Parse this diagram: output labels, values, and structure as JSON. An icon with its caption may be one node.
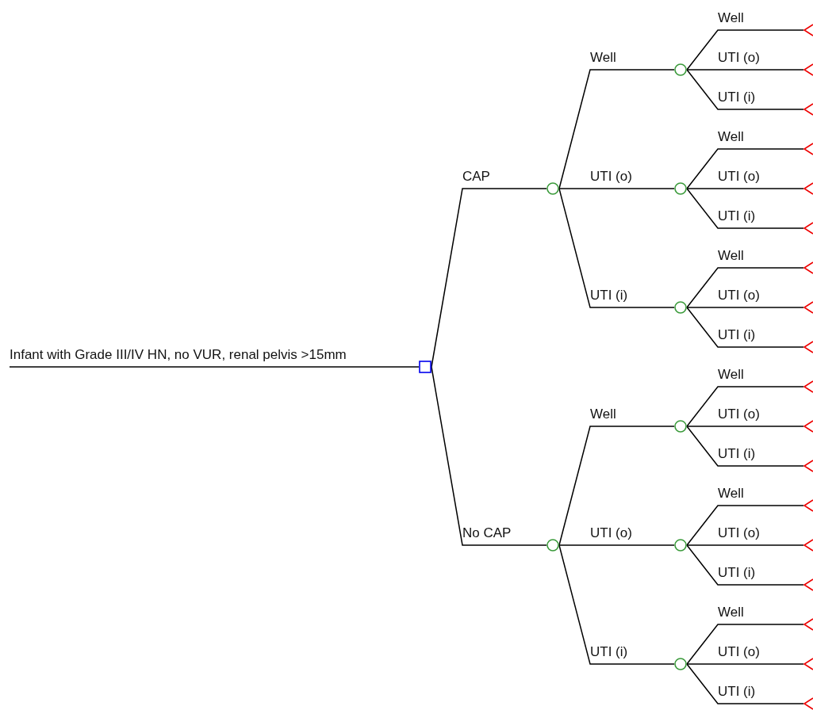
{
  "diagram": {
    "nodes": [
      {
        "text": [],
        "shape": "box"
      },
      {
        "text": [],
        "shape": "circle"
      },
      {
        "text": [],
        "shape": "circle"
      },
      {
        "text": [],
        "shape": "triangle"
      },
      {
        "text": [],
        "shape": "triangle"
      },
      {
        "text": [],
        "shape": "triangle"
      },
      {
        "text": [],
        "shape": "circle"
      },
      {
        "text": [],
        "shape": "triangle"
      },
      {
        "text": [],
        "shape": "triangle"
      },
      {
        "text": [],
        "shape": "triangle"
      },
      {
        "text": [],
        "shape": "circle"
      },
      {
        "text": [],
        "shape": "triangle"
      },
      {
        "text": [],
        "shape": "triangle"
      },
      {
        "text": [],
        "shape": "triangle"
      },
      {
        "text": [],
        "shape": "circle"
      },
      {
        "text": [],
        "shape": "circle"
      },
      {
        "text": [],
        "shape": "triangle"
      },
      {
        "text": [],
        "shape": "triangle"
      },
      {
        "text": [],
        "shape": "triangle"
      },
      {
        "text": [],
        "shape": "circle"
      },
      {
        "text": [],
        "shape": "triangle"
      },
      {
        "text": [],
        "shape": "triangle"
      },
      {
        "text": [],
        "shape": "triangle"
      },
      {
        "text": [],
        "shape": "circle"
      },
      {
        "text": [],
        "shape": "triangle"
      },
      {
        "text": [],
        "shape": "triangle"
      },
      {
        "text": [],
        "shape": "triangle"
      }
    ],
    "edges": [
      {
        "from": null,
        "to": 0,
        "arrow": "none",
        "label": "Infant with Grade III/IV HN, no VUR, renal pelvis >15mm"
      },
      {
        "from": 0,
        "to": 1,
        "arrow": "none",
        "label": "CAP"
      },
      {
        "from": 1,
        "to": 2,
        "arrow": "none",
        "label": "Well"
      },
      {
        "from": 2,
        "to": 3,
        "arrow": "none",
        "label": "Well"
      },
      {
        "from": 2,
        "to": 4,
        "arrow": "none",
        "label": "UTI (o)"
      },
      {
        "from": 2,
        "to": 5,
        "arrow": "none",
        "label": "UTI (i)"
      },
      {
        "from": 1,
        "to": 6,
        "arrow": "none",
        "label": "UTI (o)"
      },
      {
        "from": 6,
        "to": 7,
        "arrow": "none",
        "label": "Well"
      },
      {
        "from": 6,
        "to": 8,
        "arrow": "none",
        "label": "UTI (o)"
      },
      {
        "from": 6,
        "to": 9,
        "arrow": "none",
        "label": "UTI (i)"
      },
      {
        "from": 1,
        "to": 10,
        "arrow": "none",
        "label": "UTI (i)"
      },
      {
        "from": 10,
        "to": 11,
        "arrow": "none",
        "label": "Well"
      },
      {
        "from": 10,
        "to": 12,
        "arrow": "none",
        "label": "UTI (o)"
      },
      {
        "from": 10,
        "to": 13,
        "arrow": "none",
        "label": "UTI (i)"
      },
      {
        "from": 0,
        "to": 14,
        "arrow": "none",
        "label": "No CAP"
      },
      {
        "from": 14,
        "to": 15,
        "arrow": "none",
        "label": "Well"
      },
      {
        "from": 15,
        "to": 16,
        "arrow": "none",
        "label": "Well"
      },
      {
        "from": 15,
        "to": 17,
        "arrow": "none",
        "label": "UTI (o)"
      },
      {
        "from": 15,
        "to": 18,
        "arrow": "none",
        "label": "UTI (i)"
      },
      {
        "from": 14,
        "to": 19,
        "arrow": "none",
        "label": "UTI (o)"
      },
      {
        "from": 19,
        "to": 20,
        "arrow": "none",
        "label": "Well"
      },
      {
        "from": 19,
        "to": 21,
        "arrow": "none",
        "label": "UTI (o)"
      },
      {
        "from": 19,
        "to": 22,
        "arrow": "none",
        "label": "UTI (i)"
      },
      {
        "from": 14,
        "to": 23,
        "arrow": "none",
        "label": "UTI (i)"
      },
      {
        "from": 23,
        "to": 24,
        "arrow": "none",
        "label": "Well"
      },
      {
        "from": 23,
        "to": 25,
        "arrow": "none",
        "label": "UTI (o)"
      },
      {
        "from": 23,
        "to": 26,
        "arrow": "none",
        "label": "UTI (i)"
      }
    ]
  }
}
